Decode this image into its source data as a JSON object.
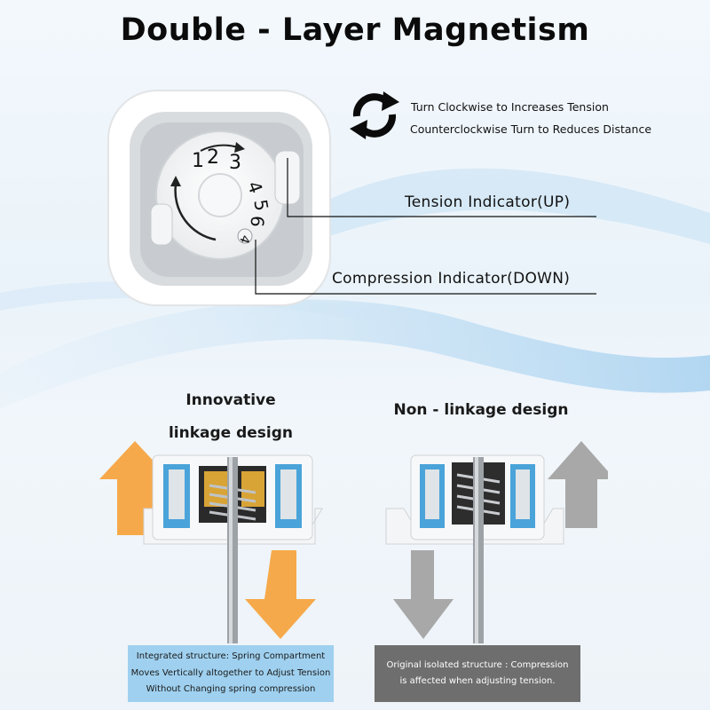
{
  "title": "Double - Layer Magnetism",
  "rotation": {
    "clockwise_text": "Turn Clockwise to Increases Tension",
    "counterclockwise_text": "Counterclockwise Turn to Reduces Distance"
  },
  "dial": {
    "numbers": [
      "1",
      "2",
      "3",
      "4",
      "5",
      "6",
      "4"
    ]
  },
  "indicators": {
    "tension": "Tension Indicator(UP)",
    "compression": "Compression Indicator(DOWN)"
  },
  "left_panel": {
    "heading_line1": "Innovative",
    "heading_line2": "linkage design",
    "caption_line1": "Integrated structure: Spring Compartment",
    "caption_line2": "Moves Vertically altogether to Adjust Tension",
    "caption_line3": "Without Changing spring compression",
    "arrow_color": "#f6a94a",
    "caption_bg": "#9fd0ef"
  },
  "right_panel": {
    "heading": "Non - linkage design",
    "caption_line1": "Original isolated structure : Compression",
    "caption_line2": "is affected when adjusting tension.",
    "arrow_color": "#a8a8a8",
    "caption_bg": "#6e6e6e"
  }
}
